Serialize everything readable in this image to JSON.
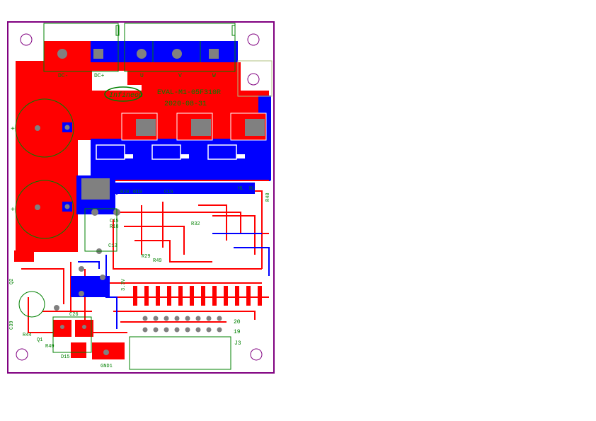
{
  "board": {
    "logo_text": "Infineon",
    "board_name": "EVAL-M1-05F310R",
    "board_date": "2020-08-31",
    "colors": {
      "top_copper": "#ff0000",
      "bottom_copper": "#0000ff",
      "silkscreen": "#008000",
      "outline": "#800080",
      "pad": "#808080"
    },
    "connectors": {
      "dc_minus": "DC-",
      "dc_plus": "DC+",
      "u": "U",
      "v": "V",
      "w": "W",
      "j3": "J3",
      "gnd1": "GND1",
      "j19": "19",
      "j20": "20"
    },
    "labels": {
      "r48": "R48",
      "r40": "R40",
      "r44": "R44",
      "d15": "D15",
      "c39": "C39",
      "c26": "C26",
      "r18": "R18",
      "c15": "C15",
      "c13": "C13",
      "r32": "R32",
      "r29": "R29",
      "r49": "R49",
      "v33": "3.3V",
      "r20": "R20",
      "r19": "R19",
      "c16": "C16",
      "hl": "HL",
      "nl": "NL",
      "q1": "Q1",
      "q2": "Q2"
    }
  }
}
